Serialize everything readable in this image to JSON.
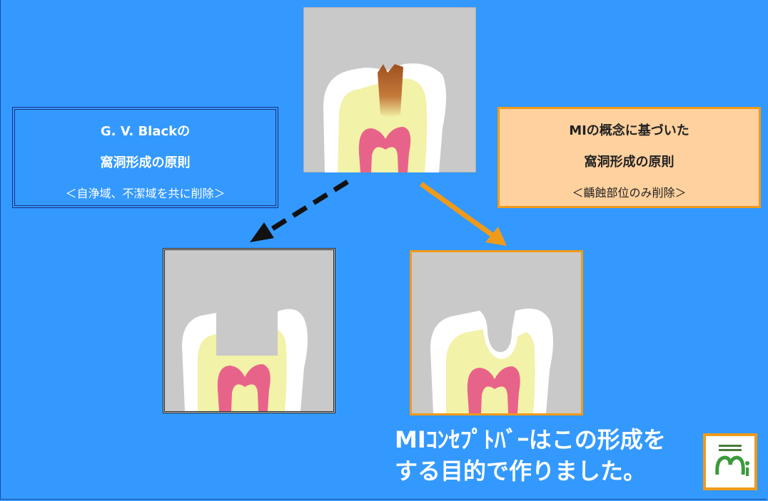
{
  "gv_black": {
    "title": "G. V. Blackの",
    "subtitle": "窩洞形成の原則",
    "note": "＜自浄域、不潔域を共に削除＞"
  },
  "mi_concept": {
    "title": "MIの概念に基づいた",
    "subtitle": "窩洞形成の原則",
    "note": "＜齲蝕部位のみ削除＞"
  },
  "caption": {
    "line1": "MIｺﾝｾﾌﾟﾄﾊﾞｰはこの形成を",
    "line2": "する目的で作りました。"
  },
  "colors": {
    "background": "#3399ff",
    "orange": "#f09a1a",
    "mi_box_fill": "#ffd19e",
    "enamel": "#ffffff",
    "dentin": "#f2f2a8",
    "pulp": "#e8638a",
    "caries": "#b5622a",
    "panel_gray": "#c9c9c9"
  },
  "icons": [
    "mi-logo-icon"
  ]
}
